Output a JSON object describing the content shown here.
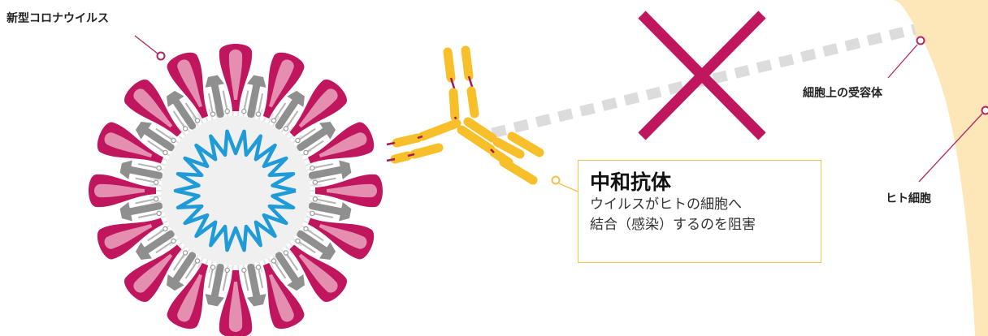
{
  "labels": {
    "virus": "新型コロナウイルス",
    "receptor": "細胞上の受容体",
    "human_cell": "ヒト細胞"
  },
  "callout": {
    "title": "中和抗体",
    "line1": "ウイルスがヒトの細胞へ",
    "line2": "結合（感染）するのを阻害"
  },
  "colors": {
    "spike": "#c0165e",
    "spike_light": "#e58fb0",
    "stalk": "#8f8f8f",
    "virus_core": "#f0f0f0",
    "rna": "#1f9bd8",
    "antibody": "#f7bf2a",
    "hinge": "#a21a5a",
    "cross": "#c0165e",
    "cell": "#fde7b8",
    "path": "#dcdcdc",
    "leader": "#b0245f"
  }
}
